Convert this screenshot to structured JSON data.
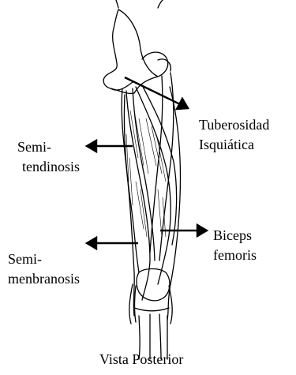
{
  "labels": {
    "tuberosidad_line1": "Tuberosidad",
    "tuberosidad_line2": "Isquiática",
    "semitendinosis_line1": "Semi-",
    "semitendinosis_line2": "tendinosis",
    "biceps_line1": "Biceps",
    "biceps_line2": "femoris",
    "semimembranosis_line1": "Semi-",
    "semimembranosis_line2": "menbranosis",
    "caption": "Vista Posterior"
  },
  "colors": {
    "ink": "#000000",
    "background": "#ffffff"
  }
}
